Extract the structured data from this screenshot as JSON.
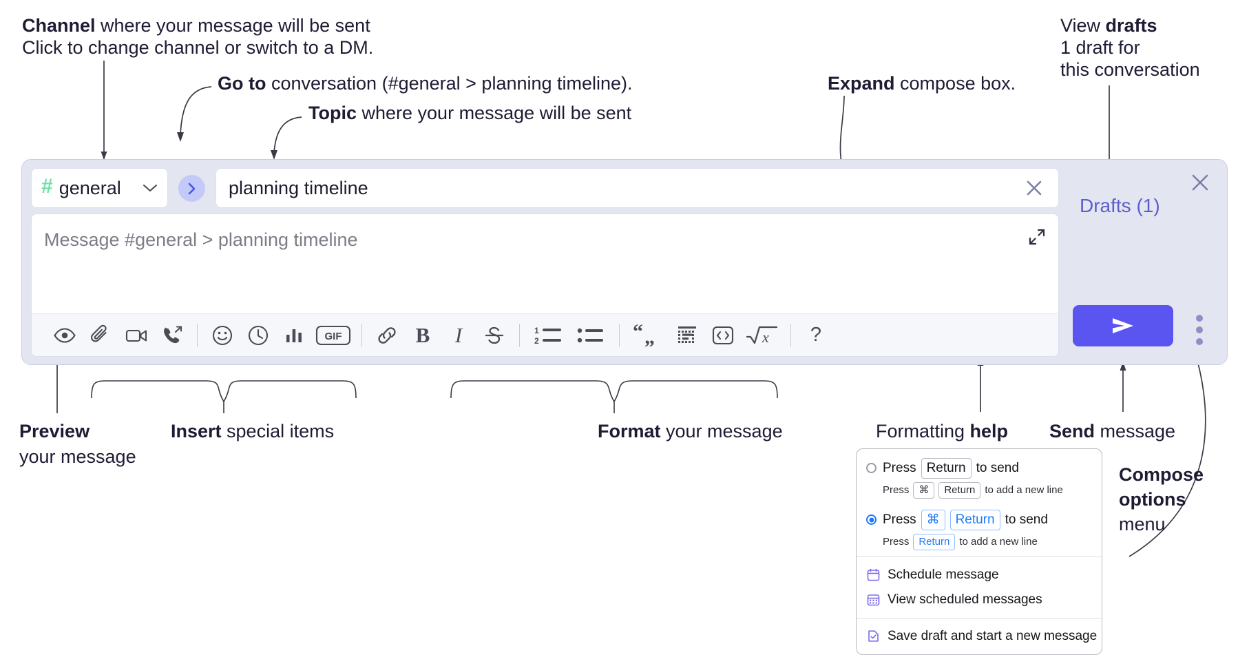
{
  "annotations": {
    "channel": {
      "title_bold": "Channel",
      "title_rest": " where your message will be sent",
      "sub": "Click to change channel or switch to a DM."
    },
    "goto": {
      "bold": "Go to",
      "rest": " conversation (#general > planning timeline)."
    },
    "topic": {
      "bold": "Topic",
      "rest": " where your message will be sent"
    },
    "expand": {
      "bold": "Expand",
      "rest": " compose box."
    },
    "drafts": {
      "line1_rest": "View ",
      "line1_bold": "drafts",
      "line2": "1 draft for",
      "line3": "this conversation"
    },
    "preview": {
      "bold": "Preview",
      "line2": "your message"
    },
    "insert": {
      "bold": "Insert",
      "rest": " special items"
    },
    "format": {
      "bold": "Format",
      "rest": " your message"
    },
    "help": {
      "rest": "Formatting ",
      "bold": "help"
    },
    "send": {
      "bold": "Send",
      "rest": " message"
    },
    "compose_options": {
      "line1": "Compose",
      "line2": "options",
      "line3": "menu"
    }
  },
  "compose": {
    "channel": {
      "hash_icon": "hash-icon",
      "name": "general",
      "chevron_icon": "chevron-down-icon"
    },
    "goto_button": {
      "icon": "chevron-right-icon"
    },
    "topic": {
      "value": "planning timeline",
      "clear_icon": "close-icon"
    },
    "message": {
      "placeholder": "Message #general > planning timeline",
      "expand_icon": "expand-icon"
    },
    "toolbar": [
      {
        "name": "preview-icon",
        "label": "Preview"
      },
      {
        "name": "attachment-icon",
        "label": "Attach file"
      },
      {
        "name": "video-icon",
        "label": "Record video clip"
      },
      {
        "name": "audio-call-icon",
        "label": "Record audio clip"
      },
      {
        "name": "separator",
        "label": ""
      },
      {
        "name": "emoji-icon",
        "label": "Emoji"
      },
      {
        "name": "clock-icon",
        "label": "Reminder"
      },
      {
        "name": "poll-icon",
        "label": "Poll"
      },
      {
        "name": "gif-icon",
        "label": "GIF"
      },
      {
        "name": "separator",
        "label": ""
      },
      {
        "name": "link-icon",
        "label": "Link"
      },
      {
        "name": "bold-icon",
        "label": "Bold"
      },
      {
        "name": "italic-icon",
        "label": "Italic"
      },
      {
        "name": "strikethrough-icon",
        "label": "Strikethrough"
      },
      {
        "name": "separator",
        "label": ""
      },
      {
        "name": "ordered-list-icon",
        "label": "Ordered list"
      },
      {
        "name": "bulleted-list-icon",
        "label": "Bulleted list"
      },
      {
        "name": "separator",
        "label": ""
      },
      {
        "name": "blockquote-icon",
        "label": "Blockquote"
      },
      {
        "name": "code-block-icon",
        "label": "Code block"
      },
      {
        "name": "inline-code-icon",
        "label": "Code"
      },
      {
        "name": "math-icon",
        "label": "Math"
      },
      {
        "name": "separator",
        "label": ""
      },
      {
        "name": "help-icon",
        "label": "Formatting help"
      }
    ],
    "gif_label": "GIF",
    "bold_label": "B",
    "italic_label": "I",
    "strike_label": "S",
    "help_label": "?",
    "panel": {
      "drafts_label": "Drafts (1)",
      "close_icon": "close-icon",
      "send_icon": "send-icon",
      "kebab_icon": "more-options-icon"
    }
  },
  "options_menu": {
    "option1": {
      "selected": false,
      "press": "Press",
      "key": "Return",
      "tail": "to send",
      "sub_press": "Press",
      "sub_key1": "⌘",
      "sub_key2": "Return",
      "sub_tail": "to add a new line"
    },
    "option2": {
      "selected": true,
      "press": "Press",
      "key1": "⌘",
      "key2": "Return",
      "tail": "to send",
      "sub_press": "Press",
      "sub_key": "Return",
      "sub_tail": "to add a new line"
    },
    "items": [
      {
        "icon": "calendar-icon",
        "label": "Schedule message"
      },
      {
        "icon": "calendar-grid-icon",
        "label": "View scheduled messages"
      },
      {
        "icon": "save-draft-icon",
        "label": "Save draft and start a new message"
      }
    ]
  },
  "colors": {
    "accent_purple": "#5a55f0",
    "panel_bg": "#e3e5f1",
    "hash_green": "#6ee0a6",
    "drafts_text": "#5b5fc7",
    "key_blue": "#1d7afc"
  }
}
